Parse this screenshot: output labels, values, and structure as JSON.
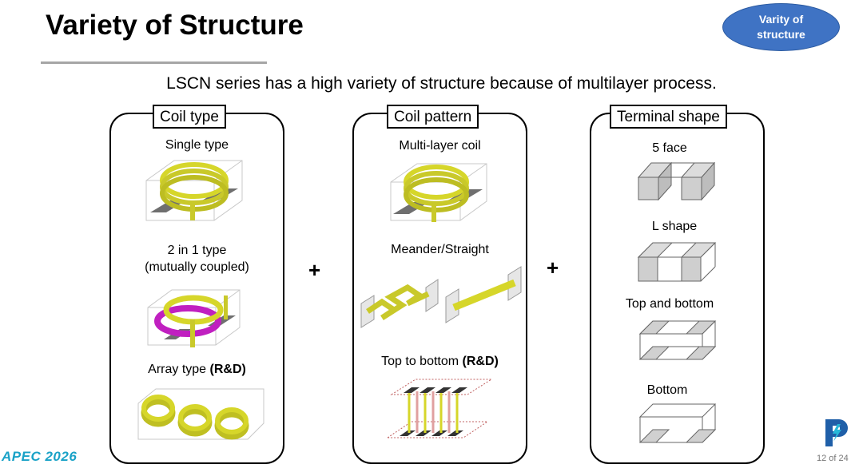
{
  "slide": {
    "title": "Variety of Structure",
    "badge": "Varity of structure",
    "subtitle": "LSCN series has a high variety of structure because of multilayer process.",
    "page": "12 of 24",
    "footer_logo": "APEC 2026"
  },
  "panels": {
    "coil_type": {
      "label": "Coil type",
      "single": "Single type",
      "two_in_one": "2 in 1 type",
      "two_in_one_sub": "(mutually coupled)",
      "array_prefix": "Array type ",
      "array_rd": "(R&D)"
    },
    "coil_pattern": {
      "label": "Coil pattern",
      "multilayer": "Multi-layer coil",
      "meander": "Meander/Straight",
      "top_bottom_prefix": "Top to bottom ",
      "top_bottom_rd": "(R&D)"
    },
    "terminal_shape": {
      "label": "Terminal shape",
      "five_face": "5 face",
      "l_shape": "L shape",
      "top_and_bottom": "Top and bottom",
      "bottom": "Bottom"
    }
  },
  "plus_sign": "+",
  "colors": {
    "coil": "#d6d62a",
    "coil_dark": "#8a8a10",
    "magenta": "#c020c0",
    "terminal": "#7a7a7a",
    "badge": "#3f73c4"
  }
}
